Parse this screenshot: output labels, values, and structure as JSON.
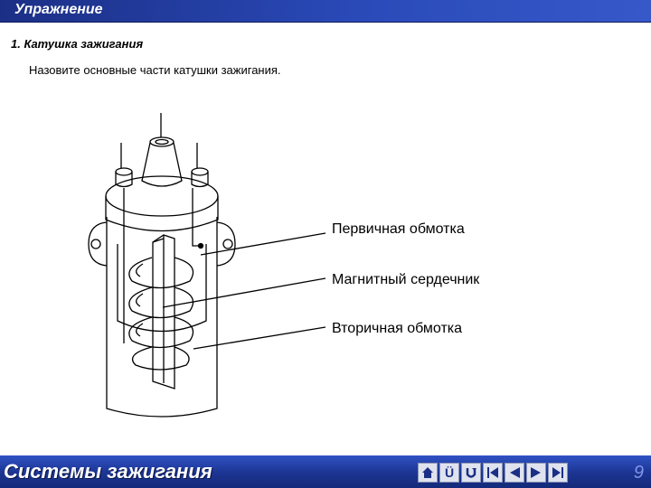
{
  "header": {
    "title": "Упражнение"
  },
  "exercise": {
    "section_title": "1. Катушка зажигания",
    "instruction": "Назовите основные части катушки зажигания."
  },
  "diagram": {
    "labels": [
      "Первичная обмотка",
      "Магнитный сердечник",
      "Вторичная обмотка"
    ]
  },
  "footer": {
    "title": "Системы зажигания",
    "page_number": "9",
    "nav_icons": [
      "home-icon",
      "u-icon",
      "return-icon",
      "first-page-icon",
      "previous-icon",
      "next-icon",
      "last-page-icon"
    ],
    "nav_letter": "Ü"
  },
  "colors": {
    "accent": "#2a4ab8",
    "bar_dark": "#1b2f86"
  }
}
